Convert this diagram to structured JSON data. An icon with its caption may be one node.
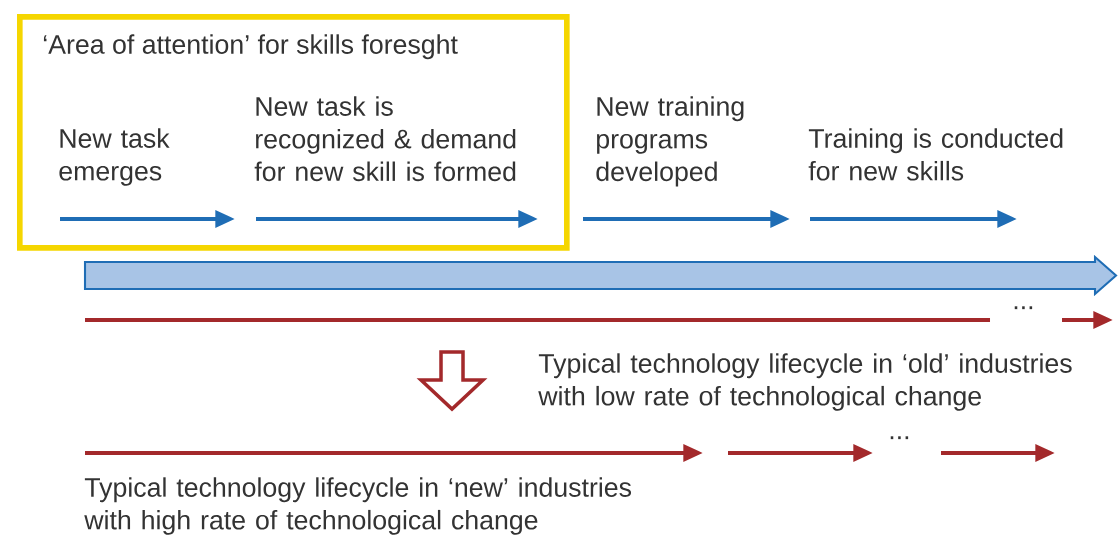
{
  "diagram": {
    "nodes": [
      {
        "text": [
          "‘Area of attention’ for skills foresght"
        ]
      }
    ],
    "labels": [
      "New task emerges",
      "New task is recognized & demand for new skill is formed",
      "New training programs developed",
      "Training is conducted for new skills",
      "...",
      "Typical technology lifecycle in ‘old’ industries with low rate of technological change",
      "...",
      "Typical technology lifecycle in ‘new’ industries with high rate of technological change"
    ]
  }
}
